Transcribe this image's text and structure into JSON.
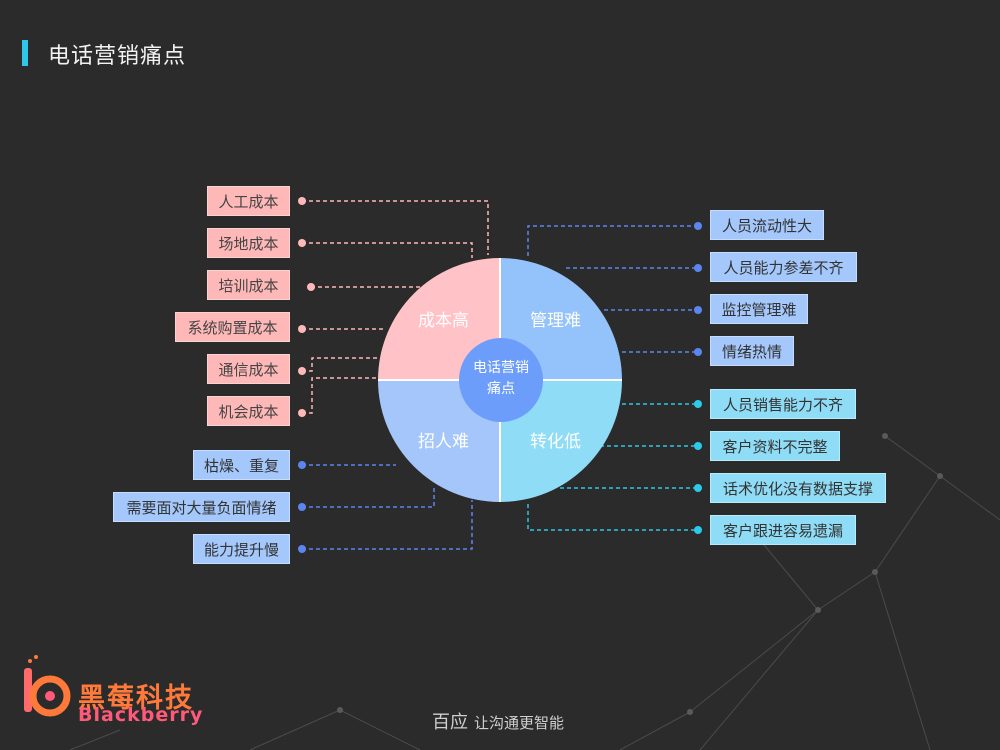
{
  "title": "电话营销痛点",
  "center": {
    "line1": "电话营销",
    "line2": "痛点"
  },
  "quadrants": {
    "top_left": "成本高",
    "top_right": "管理难",
    "bottom_left": "招人难",
    "bottom_right": "转化低"
  },
  "left_pink_items": [
    "人工成本",
    "场地成本",
    "培训成本",
    "系统购置成本",
    "通信成本",
    "机会成本"
  ],
  "left_blue_items": [
    "枯燥、重复",
    "需要面对大量负面情绪",
    "能力提升慢"
  ],
  "right_blue_items": [
    "人员流动性大",
    "人员能力参差不齐",
    "监控管理难",
    "情绪热情"
  ],
  "right_cyan_items": [
    "人员销售能力不齐",
    "客户资料不完整",
    "话术优化没有数据支撑",
    "客户跟进容易遗漏"
  ],
  "logo": {
    "cn": "黑莓科技",
    "en": "Blackberry"
  },
  "footer": {
    "brand": "百应",
    "text": "让沟通更智能"
  },
  "colors": {
    "background": "#2b2b2c",
    "accent_bar": "#2ec8e8",
    "pink": "#ffb8b8",
    "blue": "#a4c8fb",
    "cyan": "#8fdcf6",
    "center": "#6d9dfb"
  }
}
